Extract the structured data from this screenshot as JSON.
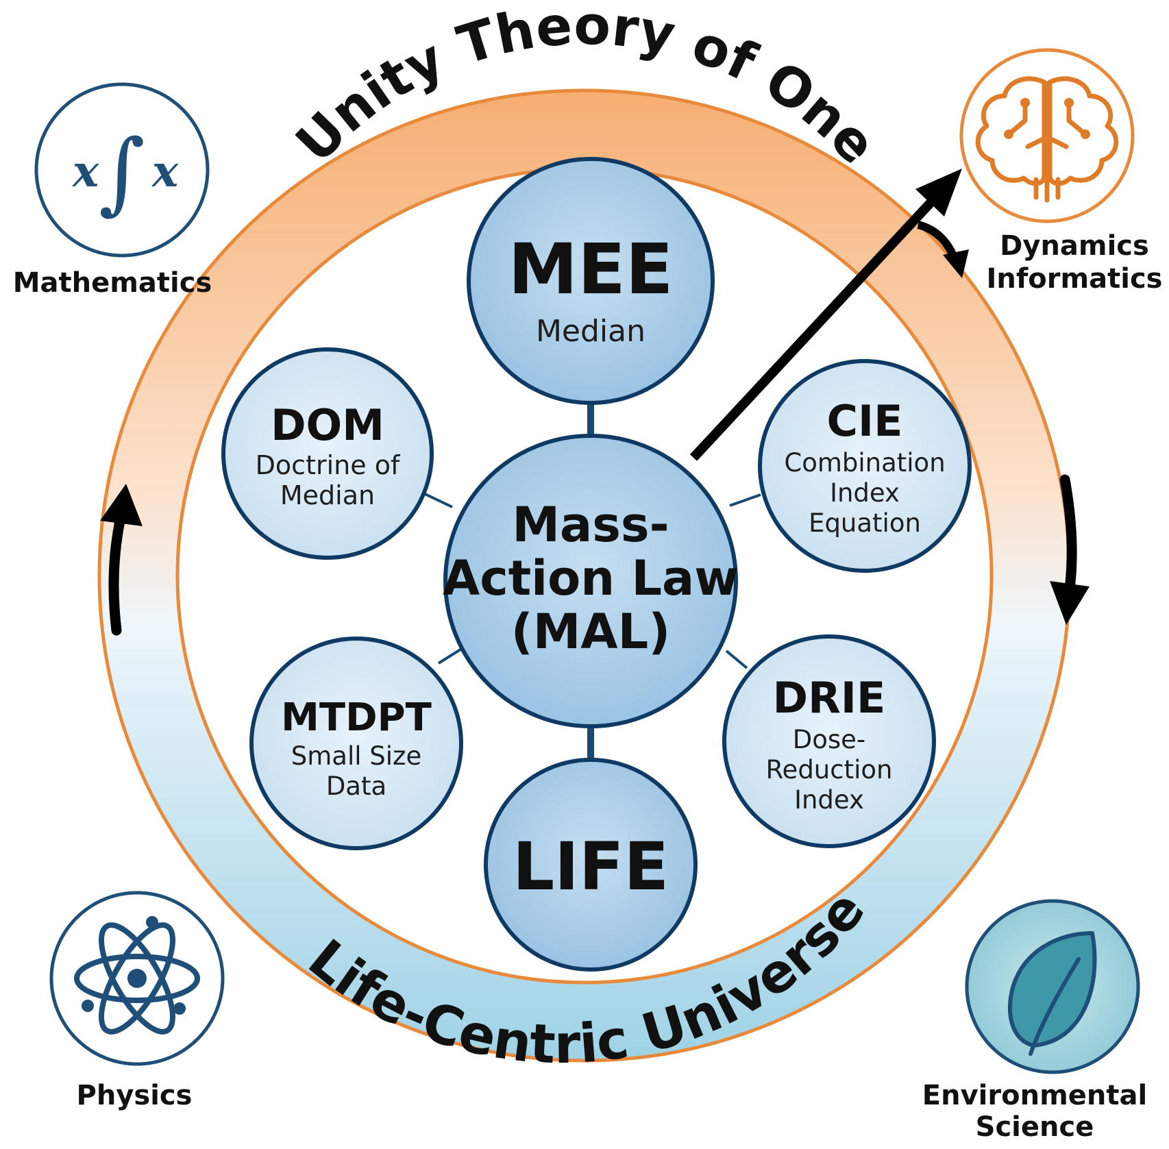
{
  "ring": {
    "top_label": "Unity Theory of One",
    "bottom_label": "Life-Centric Universe"
  },
  "center": {
    "lines": [
      "Mass-",
      "Action Law",
      "(MAL)"
    ]
  },
  "nodes": {
    "mee": {
      "title": "MEE",
      "subtitle": [
        "Median"
      ]
    },
    "life": {
      "title": "LIFE",
      "subtitle": []
    },
    "dom": {
      "title": "DOM",
      "subtitle": [
        "Doctrine of",
        "Median"
      ]
    },
    "cie": {
      "title": "CIE",
      "subtitle": [
        "Combination",
        "Index",
        "Equation"
      ]
    },
    "mtdpt": {
      "title": "MTDPT",
      "subtitle": [
        "Small Size",
        "Data"
      ]
    },
    "drie": {
      "title": "DRIE",
      "subtitle": [
        "Dose-",
        "Reduction",
        "Index"
      ]
    }
  },
  "corners": {
    "mathematics": {
      "label": [
        "Mathematics"
      ],
      "icon": "integral-icon",
      "icon_glyphs": {
        "left": "x",
        "integral": "∫",
        "right": "x"
      },
      "color": "#1f4e79"
    },
    "dynamics": {
      "label": [
        "Dynamics",
        "Informatics"
      ],
      "icon": "brain-circuit-icon",
      "color": "#e07b28"
    },
    "physics": {
      "label": [
        "Physics"
      ],
      "icon": "atom-icon",
      "color": "#1f4e79"
    },
    "environmental": {
      "label": [
        "Environmental",
        "Science"
      ],
      "icon": "leaf-icon",
      "color": "#2f7d8c"
    }
  },
  "colors": {
    "ring_top": "#f6b27a",
    "ring_bottom": "#a9d7e8",
    "ring_edge": "#e88a3c",
    "node_fill": "#d7e8f5",
    "node_fill_main": "#a7cbe6",
    "node_stroke": "#0f3a63"
  }
}
